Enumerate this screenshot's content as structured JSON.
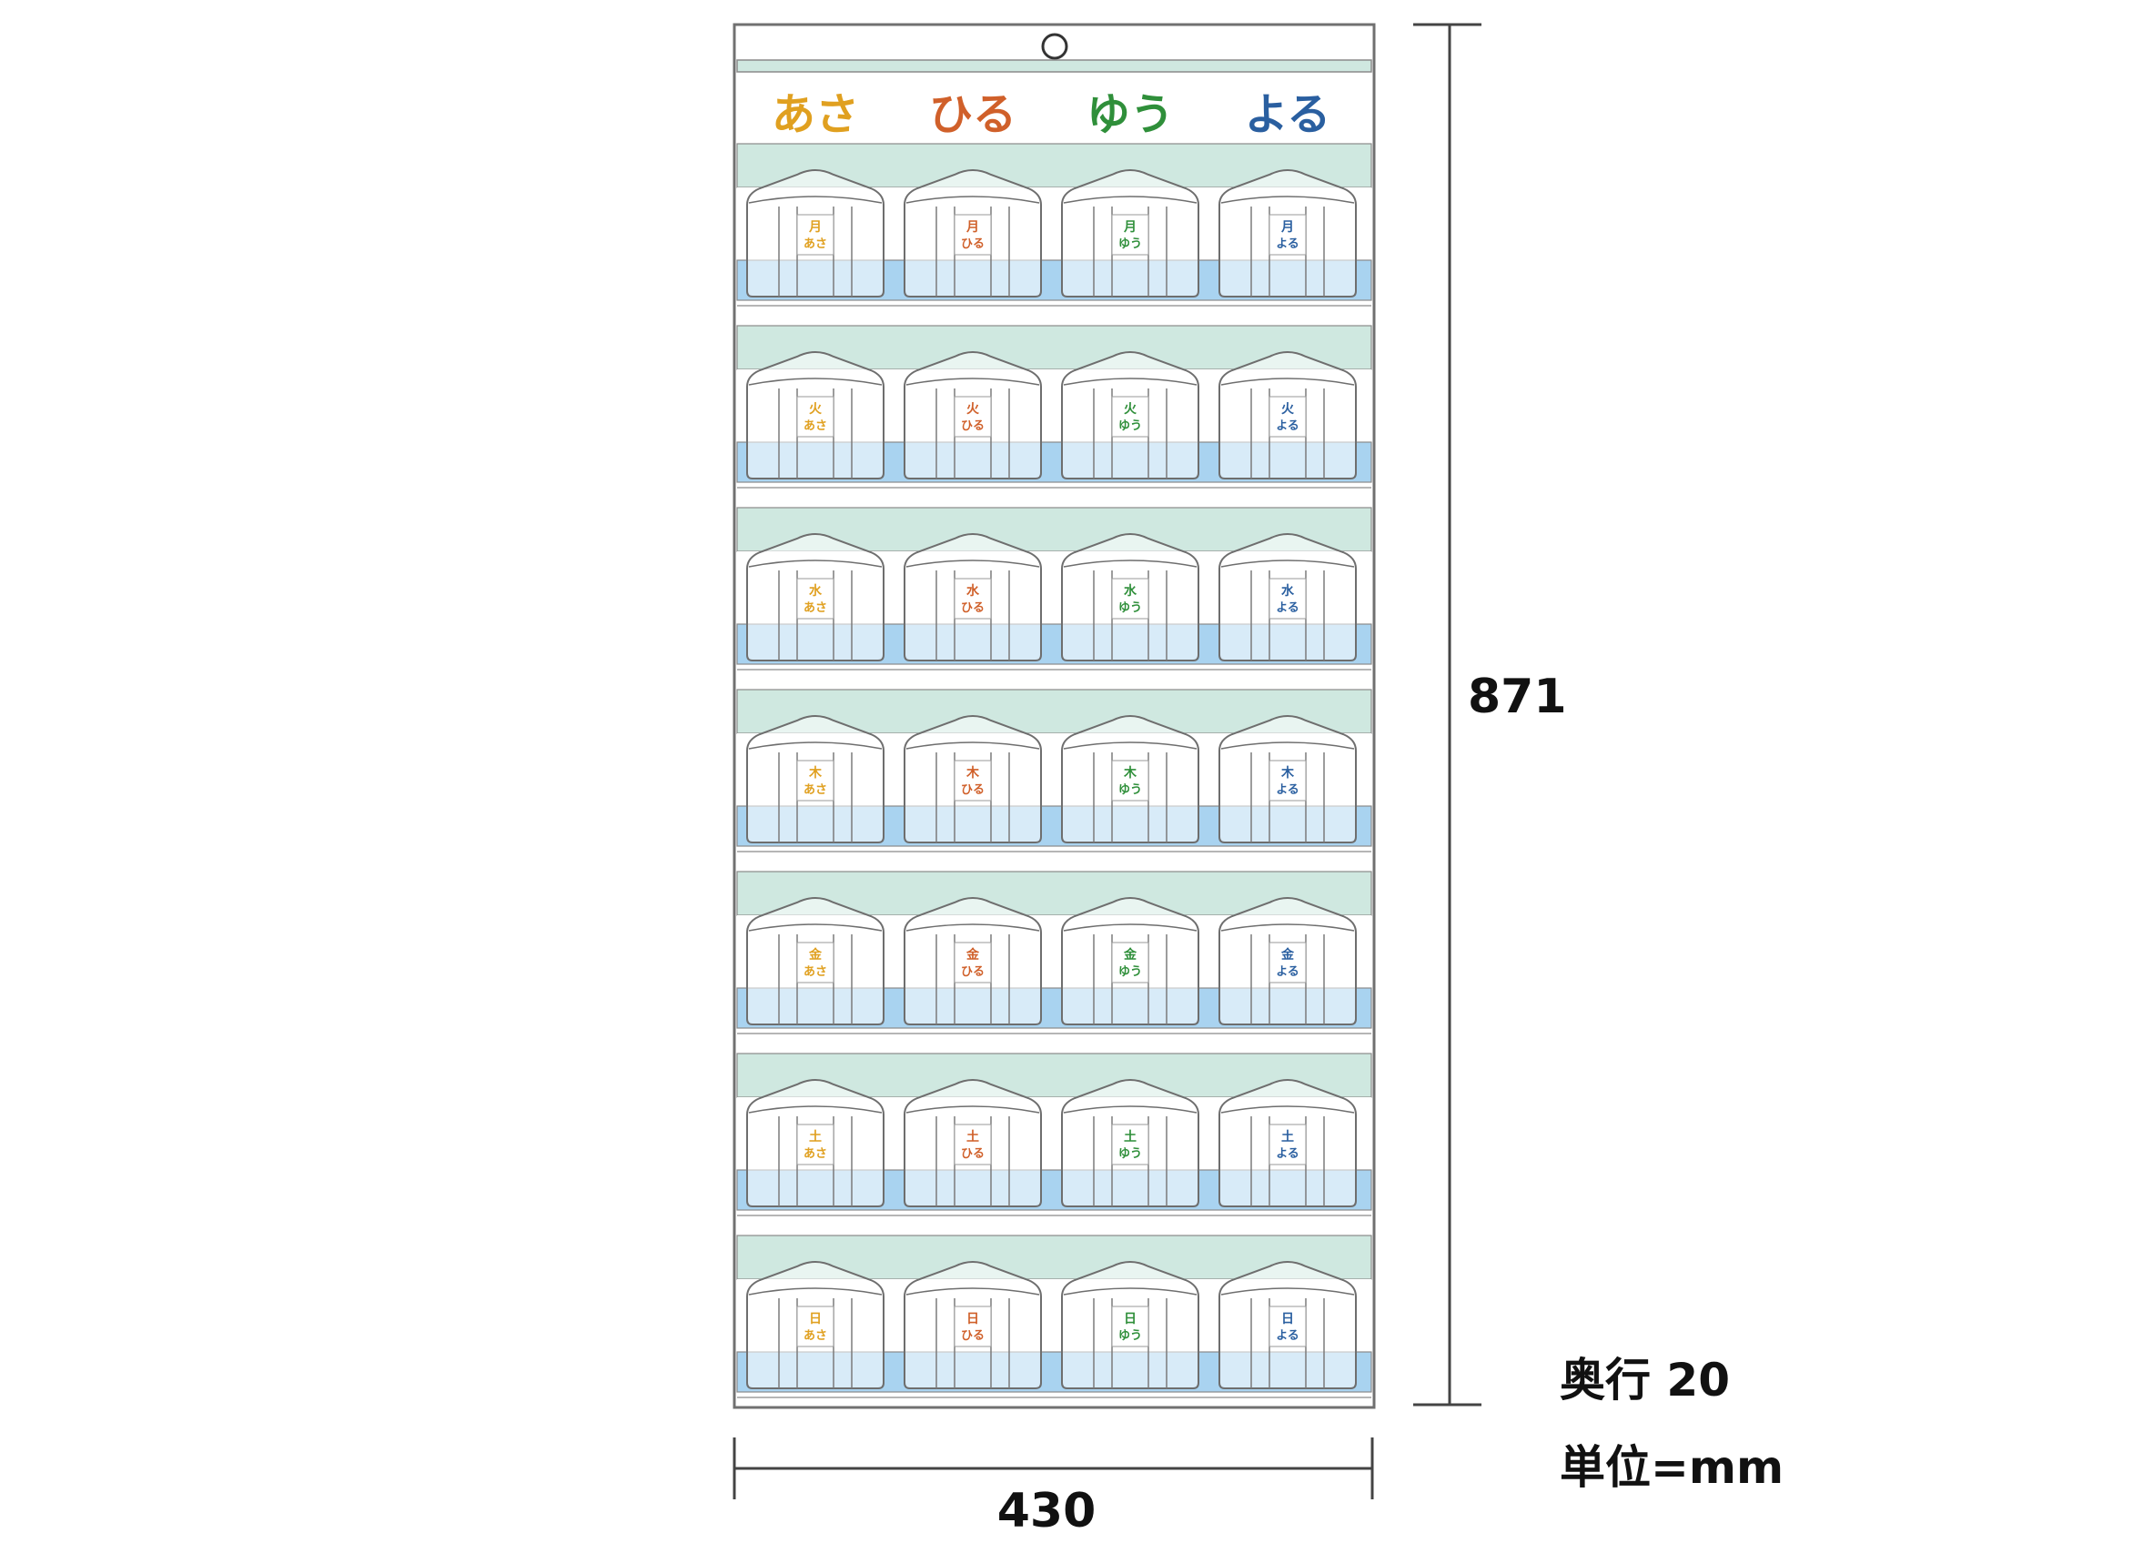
{
  "headers": [
    {
      "label": "あさ",
      "color": "#e0a020"
    },
    {
      "label": "ひる",
      "color": "#d0602a"
    },
    {
      "label": "ゆう",
      "color": "#2f8f3a"
    },
    {
      "label": "よる",
      "color": "#2a5fa0"
    }
  ],
  "days": [
    "月",
    "火",
    "水",
    "木",
    "金",
    "土",
    "日"
  ],
  "colors": {
    "band_green": "#cfe8e0",
    "band_blue": "#a9d3f0",
    "outline": "#8a8a8a",
    "frame": "#707070",
    "dim_line": "#444444"
  },
  "dimensions": {
    "width": "430",
    "height": "871",
    "depth": "奥行 20",
    "unit": "単位=mm"
  }
}
